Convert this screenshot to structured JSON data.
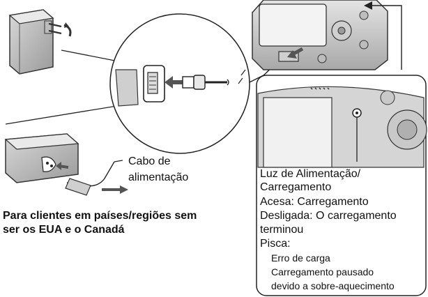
{
  "cable_label": {
    "line1": "Cabo de",
    "line2": "alimentação"
  },
  "region_note": {
    "line1": "Para clientes em países/regiões sem",
    "line2": "ser os EUA e o Canadá"
  },
  "lamp_info": {
    "title_line1": "Luz de Alimentação/",
    "title_line2": "Carregamento",
    "lit": "Acesa: Carregamento",
    "off_line1": "Desligada: O carregamento",
    "off_line2": "terminou",
    "blink": "Pisca:",
    "blink_item1": "Erro de carga",
    "blink_item2_line1": "Carregamento pausado",
    "blink_item2_line2": "devido a sobre-aquecimento"
  }
}
